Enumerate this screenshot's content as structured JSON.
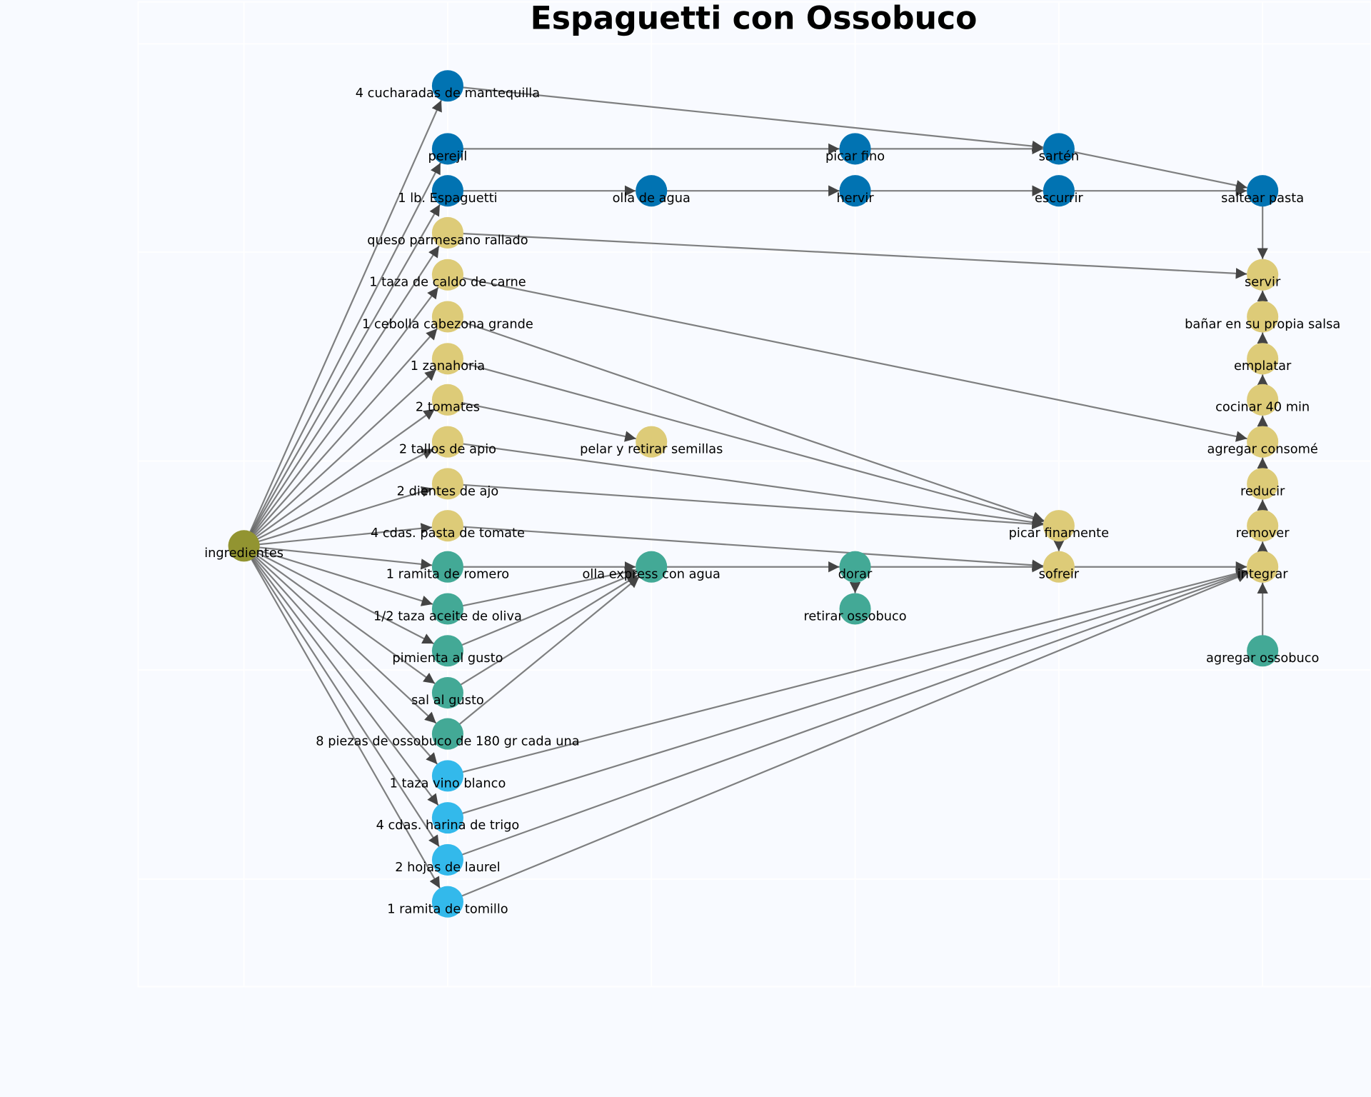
{
  "title": "Espaguetti con Ossobuco",
  "colors": {
    "root": "#929431",
    "blue": "#0173b2",
    "yellow": "#ddcb78",
    "teal": "#43a996",
    "light": "#33b9eb",
    "background": "#f8faff",
    "edge": "#555555"
  },
  "nodes": [
    {
      "id": "ing",
      "label": "ingredientes",
      "group": "root"
    },
    {
      "id": "mant",
      "label": "4 cucharadas de mantequilla",
      "group": "blue"
    },
    {
      "id": "pere",
      "label": "perejil",
      "group": "blue"
    },
    {
      "id": "esp",
      "label": "1 lb. Espaguetti",
      "group": "blue"
    },
    {
      "id": "queso",
      "label": "queso parmesano rallado",
      "group": "yellow"
    },
    {
      "id": "caldo",
      "label": "1 taza de caldo de carne",
      "group": "yellow"
    },
    {
      "id": "ceb",
      "label": "1 cebolla cabezona grande",
      "group": "yellow"
    },
    {
      "id": "zan",
      "label": "1 zanahoria",
      "group": "yellow"
    },
    {
      "id": "tom",
      "label": "2 tomates",
      "group": "yellow"
    },
    {
      "id": "apio",
      "label": "2 tallos de apio",
      "group": "yellow"
    },
    {
      "id": "ajo",
      "label": "2 dientes de ajo",
      "group": "yellow"
    },
    {
      "id": "pasta",
      "label": "4 cdas. pasta de tomate",
      "group": "yellow"
    },
    {
      "id": "rom",
      "label": "1 ramita de romero",
      "group": "teal"
    },
    {
      "id": "aceite",
      "label": "1/2 taza aceite de oliva",
      "group": "teal"
    },
    {
      "id": "pim",
      "label": "pimienta al gusto",
      "group": "teal"
    },
    {
      "id": "sal",
      "label": "sal al gusto",
      "group": "teal"
    },
    {
      "id": "osso",
      "label": "8 piezas de ossobuco de 180 gr cada una",
      "group": "teal"
    },
    {
      "id": "vino",
      "label": "1 taza vino blanco",
      "group": "light"
    },
    {
      "id": "harina",
      "label": "4 cdas. harina de trigo",
      "group": "light"
    },
    {
      "id": "laurel",
      "label": "2 hojas de laurel",
      "group": "light"
    },
    {
      "id": "tomillo",
      "label": "1 ramita de tomillo",
      "group": "light"
    },
    {
      "id": "olla",
      "label": "olla de agua",
      "group": "blue"
    },
    {
      "id": "pelar",
      "label": "pelar y retirar semillas",
      "group": "yellow"
    },
    {
      "id": "express",
      "label": "olla express con agua",
      "group": "teal"
    },
    {
      "id": "picarfino",
      "label": "picar fino",
      "group": "blue"
    },
    {
      "id": "hervir",
      "label": "hervir",
      "group": "blue"
    },
    {
      "id": "dorar",
      "label": "dorar",
      "group": "teal"
    },
    {
      "id": "retirar",
      "label": "retirar ossobuco",
      "group": "teal"
    },
    {
      "id": "sarten",
      "label": "sartén",
      "group": "blue"
    },
    {
      "id": "escurrir",
      "label": "escurrir",
      "group": "blue"
    },
    {
      "id": "picarfin",
      "label": "picar finamente",
      "group": "yellow"
    },
    {
      "id": "sofreir",
      "label": "sofreir",
      "group": "yellow"
    },
    {
      "id": "saltear",
      "label": "saltear pasta",
      "group": "blue"
    },
    {
      "id": "servir",
      "label": "servir",
      "group": "yellow"
    },
    {
      "id": "banar",
      "label": "bañar en su propia salsa",
      "group": "yellow"
    },
    {
      "id": "emplatar",
      "label": "emplatar",
      "group": "yellow"
    },
    {
      "id": "cocinar",
      "label": "cocinar 40 min",
      "group": "yellow"
    },
    {
      "id": "consome",
      "label": "agregar consomé",
      "group": "yellow"
    },
    {
      "id": "reducir",
      "label": "reducir",
      "group": "yellow"
    },
    {
      "id": "remover",
      "label": "remover",
      "group": "yellow"
    },
    {
      "id": "integrar",
      "label": "integrar",
      "group": "yellow"
    },
    {
      "id": "agosso",
      "label": "agregar ossobuco",
      "group": "teal"
    }
  ],
  "edges": [
    [
      "ing",
      "mant"
    ],
    [
      "ing",
      "pere"
    ],
    [
      "ing",
      "esp"
    ],
    [
      "ing",
      "queso"
    ],
    [
      "ing",
      "caldo"
    ],
    [
      "ing",
      "ceb"
    ],
    [
      "ing",
      "zan"
    ],
    [
      "ing",
      "tom"
    ],
    [
      "ing",
      "apio"
    ],
    [
      "ing",
      "ajo"
    ],
    [
      "ing",
      "pasta"
    ],
    [
      "ing",
      "rom"
    ],
    [
      "ing",
      "aceite"
    ],
    [
      "ing",
      "pim"
    ],
    [
      "ing",
      "sal"
    ],
    [
      "ing",
      "osso"
    ],
    [
      "ing",
      "vino"
    ],
    [
      "ing",
      "harina"
    ],
    [
      "ing",
      "laurel"
    ],
    [
      "ing",
      "tomillo"
    ],
    [
      "mant",
      "sarten"
    ],
    [
      "pere",
      "picarfino"
    ],
    [
      "picarfino",
      "sarten"
    ],
    [
      "sarten",
      "saltear"
    ],
    [
      "esp",
      "olla"
    ],
    [
      "olla",
      "hervir"
    ],
    [
      "hervir",
      "escurrir"
    ],
    [
      "escurrir",
      "saltear"
    ],
    [
      "saltear",
      "servir"
    ],
    [
      "queso",
      "servir"
    ],
    [
      "caldo",
      "consome"
    ],
    [
      "ceb",
      "picarfin"
    ],
    [
      "zan",
      "picarfin"
    ],
    [
      "tom",
      "pelar"
    ],
    [
      "apio",
      "picarfin"
    ],
    [
      "ajo",
      "picarfin"
    ],
    [
      "pasta",
      "sofreir"
    ],
    [
      "picarfin",
      "sofreir"
    ],
    [
      "rom",
      "express"
    ],
    [
      "aceite",
      "express"
    ],
    [
      "pim",
      "express"
    ],
    [
      "sal",
      "express"
    ],
    [
      "osso",
      "express"
    ],
    [
      "express",
      "dorar"
    ],
    [
      "dorar",
      "sofreir"
    ],
    [
      "dorar",
      "retirar"
    ],
    [
      "sofreir",
      "integrar"
    ],
    [
      "vino",
      "integrar"
    ],
    [
      "harina",
      "integrar"
    ],
    [
      "laurel",
      "integrar"
    ],
    [
      "tomillo",
      "integrar"
    ],
    [
      "agosso",
      "integrar"
    ],
    [
      "integrar",
      "remover"
    ],
    [
      "remover",
      "reducir"
    ],
    [
      "reducir",
      "consome"
    ],
    [
      "consome",
      "cocinar"
    ],
    [
      "cocinar",
      "emplatar"
    ],
    [
      "emplatar",
      "banar"
    ],
    [
      "banar",
      "servir"
    ]
  ]
}
